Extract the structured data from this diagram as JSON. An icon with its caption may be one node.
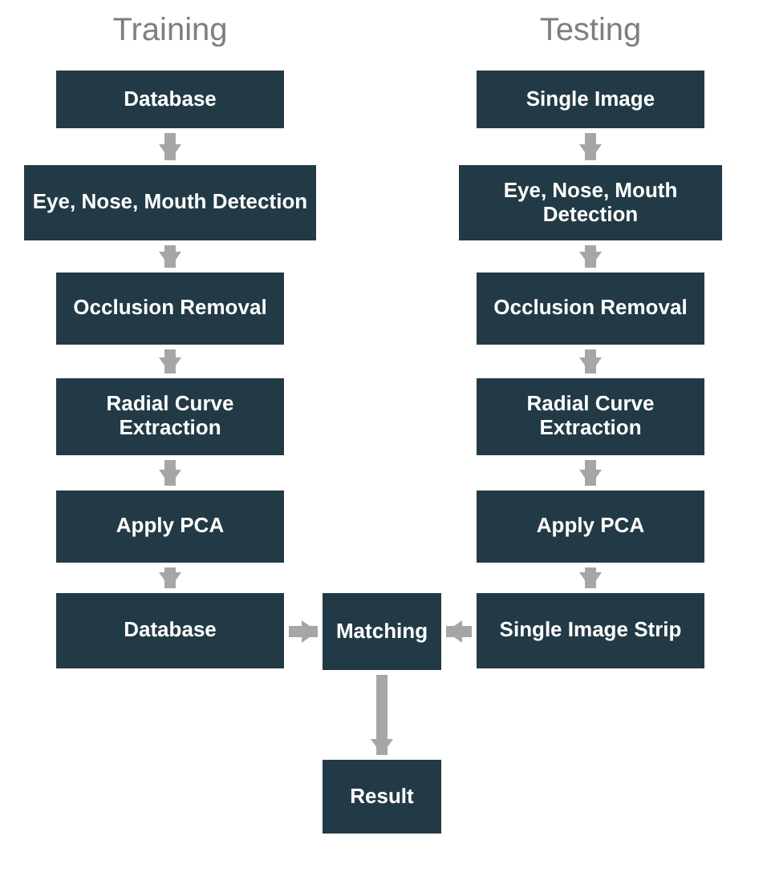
{
  "diagram": {
    "nodes": [
      {
        "text": [
          "Database"
        ]
      },
      {
        "text": [
          "Eye, Nose, Mouth Detection"
        ]
      },
      {
        "text": [
          "Occlusion Removal"
        ]
      },
      {
        "text": [
          "Radial Curve Extraction"
        ]
      },
      {
        "text": [
          "Apply PCA"
        ]
      },
      {
        "text": [
          "Database"
        ]
      },
      {
        "text": [
          "Single Image"
        ]
      },
      {
        "text": [
          "Eye, Nose, Mouth Detection"
        ]
      },
      {
        "text": [
          "Occlusion Removal"
        ]
      },
      {
        "text": [
          "Radial Curve Extraction"
        ]
      },
      {
        "text": [
          "Apply PCA"
        ]
      },
      {
        "text": [
          "Single Image Strip"
        ]
      },
      {
        "text": [
          "Matching"
        ]
      },
      {
        "text": [
          "Result"
        ]
      }
    ],
    "edges": [
      {
        "from": 0,
        "to": 1,
        "arrow": "to"
      },
      {
        "from": 1,
        "to": 2,
        "arrow": "to"
      },
      {
        "from": 2,
        "to": 3,
        "arrow": "to"
      },
      {
        "from": 3,
        "to": 4,
        "arrow": "to"
      },
      {
        "from": 4,
        "to": 5,
        "arrow": "to"
      },
      {
        "from": 6,
        "to": 7,
        "arrow": "to"
      },
      {
        "from": 7,
        "to": 8,
        "arrow": "to"
      },
      {
        "from": 8,
        "to": 9,
        "arrow": "to"
      },
      {
        "from": 9,
        "to": 10,
        "arrow": "to"
      },
      {
        "from": 10,
        "to": 11,
        "arrow": "to"
      },
      {
        "from": 5,
        "to": 12,
        "arrow": "to"
      },
      {
        "from": 11,
        "to": 12,
        "arrow": "to"
      },
      {
        "from": 12,
        "to": 13,
        "arrow": "to"
      }
    ],
    "labels": [
      "Training",
      "Testing"
    ]
  }
}
